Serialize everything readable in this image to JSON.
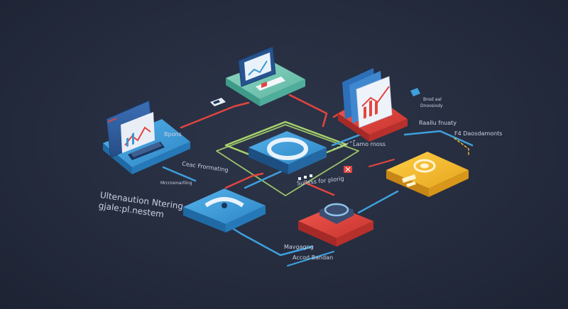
{
  "diagram": {
    "title_lines": [
      "Ultenaution Ntering",
      "gjale:pl.nestem"
    ],
    "labels": {
      "bpons": "Bpons",
      "ceac_formatting": "Ceac Frormating",
      "microformatting": "Mrcrosmarlling",
      "lamo_ressss": "Lamo rnoss",
      "sultess_for_plorig": "Sulless for plorig",
      "reallu_fnuaty": "Raallu fnuaty",
      "f_daosdamonts": "F4 Daosdamonts",
      "bnsd_aal": "Bnsd aal",
      "dnoosiody": "Dnoosiody",
      "mavgagng": "Mavgagng",
      "accod_bandan": "Accod Bandan"
    }
  },
  "colors": {
    "background": "#232a3b",
    "connector_red": "#e2453f",
    "connector_blue": "#3ea0dc",
    "connector_green": "#a7d36b",
    "node_blue": "#3a97d4",
    "node_teal": "#73c6b2",
    "node_red": "#e0433d",
    "node_yellow": "#f3b72e",
    "hub_blue": "#2f86c4"
  }
}
